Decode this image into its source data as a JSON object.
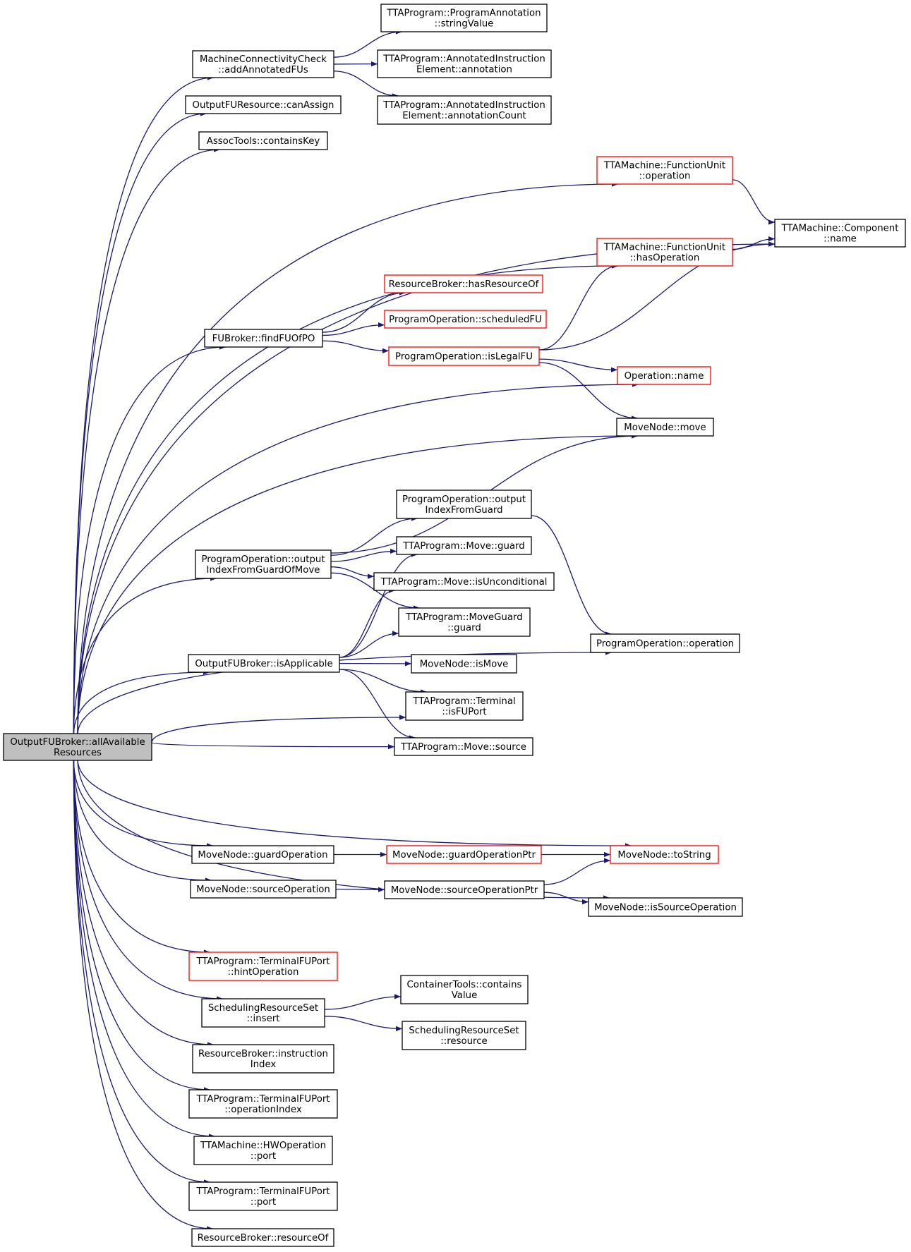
{
  "nodes": [
    {
      "id": "root",
      "lines": [
        "OutputFUBroker::allAvailable",
        "Resources"
      ],
      "style": "root"
    },
    {
      "id": "mcc",
      "lines": [
        "MachineConnectivityCheck",
        "::addAnnotatedFUs"
      ],
      "style": "normal"
    },
    {
      "id": "pa_sv",
      "lines": [
        "TTAProgram::ProgramAnnotation",
        "::stringValue"
      ],
      "style": "normal"
    },
    {
      "id": "aie_ann",
      "lines": [
        "TTAProgram::AnnotatedInstruction",
        "Element::annotation"
      ],
      "style": "normal"
    },
    {
      "id": "aie_cnt",
      "lines": [
        "TTAProgram::AnnotatedInstruction",
        "Element::annotationCount"
      ],
      "style": "normal"
    },
    {
      "id": "ofr_ca",
      "lines": [
        "OutputFUResource::canAssign"
      ],
      "style": "normal"
    },
    {
      "id": "at_ck",
      "lines": [
        "AssocTools::containsKey"
      ],
      "style": "normal"
    },
    {
      "id": "fu_op",
      "lines": [
        "TTAMachine::FunctionUnit",
        "::operation"
      ],
      "style": "red"
    },
    {
      "id": "comp_name",
      "lines": [
        "TTAMachine::Component",
        "::name"
      ],
      "style": "normal"
    },
    {
      "id": "fu_hasop",
      "lines": [
        "TTAMachine::FunctionUnit",
        "::hasOperation"
      ],
      "style": "red"
    },
    {
      "id": "rb_hro",
      "lines": [
        "ResourceBroker::hasResourceOf"
      ],
      "style": "red"
    },
    {
      "id": "po_sfu",
      "lines": [
        "ProgramOperation::scheduledFU"
      ],
      "style": "red"
    },
    {
      "id": "fub_ff",
      "lines": [
        "FUBroker::findFUOfPO"
      ],
      "style": "normal"
    },
    {
      "id": "po_ilfu",
      "lines": [
        "ProgramOperation::isLegalFU"
      ],
      "style": "red"
    },
    {
      "id": "op_name",
      "lines": [
        "Operation::name"
      ],
      "style": "red"
    },
    {
      "id": "mn_move",
      "lines": [
        "MoveNode::move"
      ],
      "style": "normal"
    },
    {
      "id": "po_oifg",
      "lines": [
        "ProgramOperation::output",
        "IndexFromGuard"
      ],
      "style": "normal"
    },
    {
      "id": "mv_guard",
      "lines": [
        "TTAProgram::Move::guard"
      ],
      "style": "normal"
    },
    {
      "id": "po_oifgm",
      "lines": [
        "ProgramOperation::output",
        "IndexFromGuardOfMove"
      ],
      "style": "normal"
    },
    {
      "id": "mv_isu",
      "lines": [
        "TTAProgram::Move::isUnconditional"
      ],
      "style": "normal"
    },
    {
      "id": "mg_guard",
      "lines": [
        "TTAProgram::MoveGuard",
        "::guard"
      ],
      "style": "normal"
    },
    {
      "id": "po_op",
      "lines": [
        "ProgramOperation::operation"
      ],
      "style": "normal"
    },
    {
      "id": "ofb_ia",
      "lines": [
        "OutputFUBroker::isApplicable"
      ],
      "style": "normal"
    },
    {
      "id": "mn_ismove",
      "lines": [
        "MoveNode::isMove"
      ],
      "style": "normal"
    },
    {
      "id": "term_isfu",
      "lines": [
        "TTAProgram::Terminal",
        "::isFUPort"
      ],
      "style": "normal"
    },
    {
      "id": "mv_src",
      "lines": [
        "TTAProgram::Move::source"
      ],
      "style": "normal"
    },
    {
      "id": "mn_go",
      "lines": [
        "MoveNode::guardOperation"
      ],
      "style": "normal"
    },
    {
      "id": "mn_gop",
      "lines": [
        "MoveNode::guardOperationPtr"
      ],
      "style": "red"
    },
    {
      "id": "mn_ts",
      "lines": [
        "MoveNode::toString"
      ],
      "style": "red"
    },
    {
      "id": "mn_so",
      "lines": [
        "MoveNode::sourceOperation"
      ],
      "style": "normal"
    },
    {
      "id": "mn_sop",
      "lines": [
        "MoveNode::sourceOperationPtr"
      ],
      "style": "normal"
    },
    {
      "id": "mn_iso",
      "lines": [
        "MoveNode::isSourceOperation"
      ],
      "style": "normal"
    },
    {
      "id": "tfp_ho",
      "lines": [
        "TTAProgram::TerminalFUPort",
        "::hintOperation"
      ],
      "style": "red"
    },
    {
      "id": "srs_ins",
      "lines": [
        "SchedulingResourceSet",
        "::insert"
      ],
      "style": "normal"
    },
    {
      "id": "ct_cv",
      "lines": [
        "ContainerTools::contains",
        "Value"
      ],
      "style": "normal"
    },
    {
      "id": "srs_res",
      "lines": [
        "SchedulingResourceSet",
        "::resource"
      ],
      "style": "normal"
    },
    {
      "id": "rb_ii",
      "lines": [
        "ResourceBroker::instruction",
        "Index"
      ],
      "style": "normal"
    },
    {
      "id": "tfp_oi",
      "lines": [
        "TTAProgram::TerminalFUPort",
        "::operationIndex"
      ],
      "style": "normal"
    },
    {
      "id": "hwop_port",
      "lines": [
        "TTAMachine::HWOperation",
        "::port"
      ],
      "style": "normal"
    },
    {
      "id": "tfp_port",
      "lines": [
        "TTAProgram::TerminalFUPort",
        "::port"
      ],
      "style": "normal"
    },
    {
      "id": "rb_ro",
      "lines": [
        "ResourceBroker::resourceOf"
      ],
      "style": "normal"
    }
  ],
  "edges": [
    [
      "root",
      "mcc"
    ],
    [
      "mcc",
      "pa_sv"
    ],
    [
      "mcc",
      "aie_ann"
    ],
    [
      "mcc",
      "aie_cnt"
    ],
    [
      "root",
      "ofr_ca"
    ],
    [
      "root",
      "at_ck"
    ],
    [
      "root",
      "fu_op"
    ],
    [
      "fu_op",
      "comp_name"
    ],
    [
      "root",
      "comp_name"
    ],
    [
      "root",
      "fu_hasop"
    ],
    [
      "fu_hasop",
      "comp_name"
    ],
    [
      "root",
      "fub_ff"
    ],
    [
      "fub_ff",
      "rb_hro"
    ],
    [
      "fub_ff",
      "po_sfu"
    ],
    [
      "fub_ff",
      "po_ilfu"
    ],
    [
      "po_ilfu",
      "fu_hasop"
    ],
    [
      "po_ilfu",
      "comp_name"
    ],
    [
      "po_ilfu",
      "op_name"
    ],
    [
      "po_ilfu",
      "mn_move"
    ],
    [
      "root",
      "op_name"
    ],
    [
      "root",
      "mn_move"
    ],
    [
      "root",
      "po_oifgm"
    ],
    [
      "po_oifgm",
      "mn_move"
    ],
    [
      "po_oifgm",
      "po_oifg"
    ],
    [
      "po_oifgm",
      "mv_guard"
    ],
    [
      "po_oifgm",
      "mv_isu"
    ],
    [
      "po_oifgm",
      "mg_guard"
    ],
    [
      "po_oifg",
      "po_op"
    ],
    [
      "root",
      "ofb_ia"
    ],
    [
      "ofb_ia",
      "mv_guard"
    ],
    [
      "ofb_ia",
      "mv_isu"
    ],
    [
      "ofb_ia",
      "mg_guard"
    ],
    [
      "ofb_ia",
      "mn_ismove"
    ],
    [
      "ofb_ia",
      "term_isfu"
    ],
    [
      "ofb_ia",
      "mv_src"
    ],
    [
      "root",
      "term_isfu"
    ],
    [
      "root",
      "mv_src"
    ],
    [
      "root",
      "po_op"
    ],
    [
      "root",
      "mn_ts"
    ],
    [
      "root",
      "mn_go"
    ],
    [
      "mn_go",
      "mn_gop"
    ],
    [
      "mn_gop",
      "mn_ts"
    ],
    [
      "root",
      "mn_so"
    ],
    [
      "mn_so",
      "mn_sop"
    ],
    [
      "mn_sop",
      "mn_ts"
    ],
    [
      "mn_sop",
      "mn_iso"
    ],
    [
      "root",
      "mn_iso"
    ],
    [
      "root",
      "tfp_ho"
    ],
    [
      "root",
      "srs_ins"
    ],
    [
      "srs_ins",
      "ct_cv"
    ],
    [
      "srs_ins",
      "srs_res"
    ],
    [
      "root",
      "rb_ii"
    ],
    [
      "root",
      "tfp_oi"
    ],
    [
      "root",
      "hwop_port"
    ],
    [
      "root",
      "tfp_port"
    ],
    [
      "root",
      "rb_ro"
    ]
  ],
  "colors": {
    "edge": "#191970",
    "normal_border": "#000000",
    "red_border": "#ff0000",
    "root_fill": "#bfbfbf"
  }
}
